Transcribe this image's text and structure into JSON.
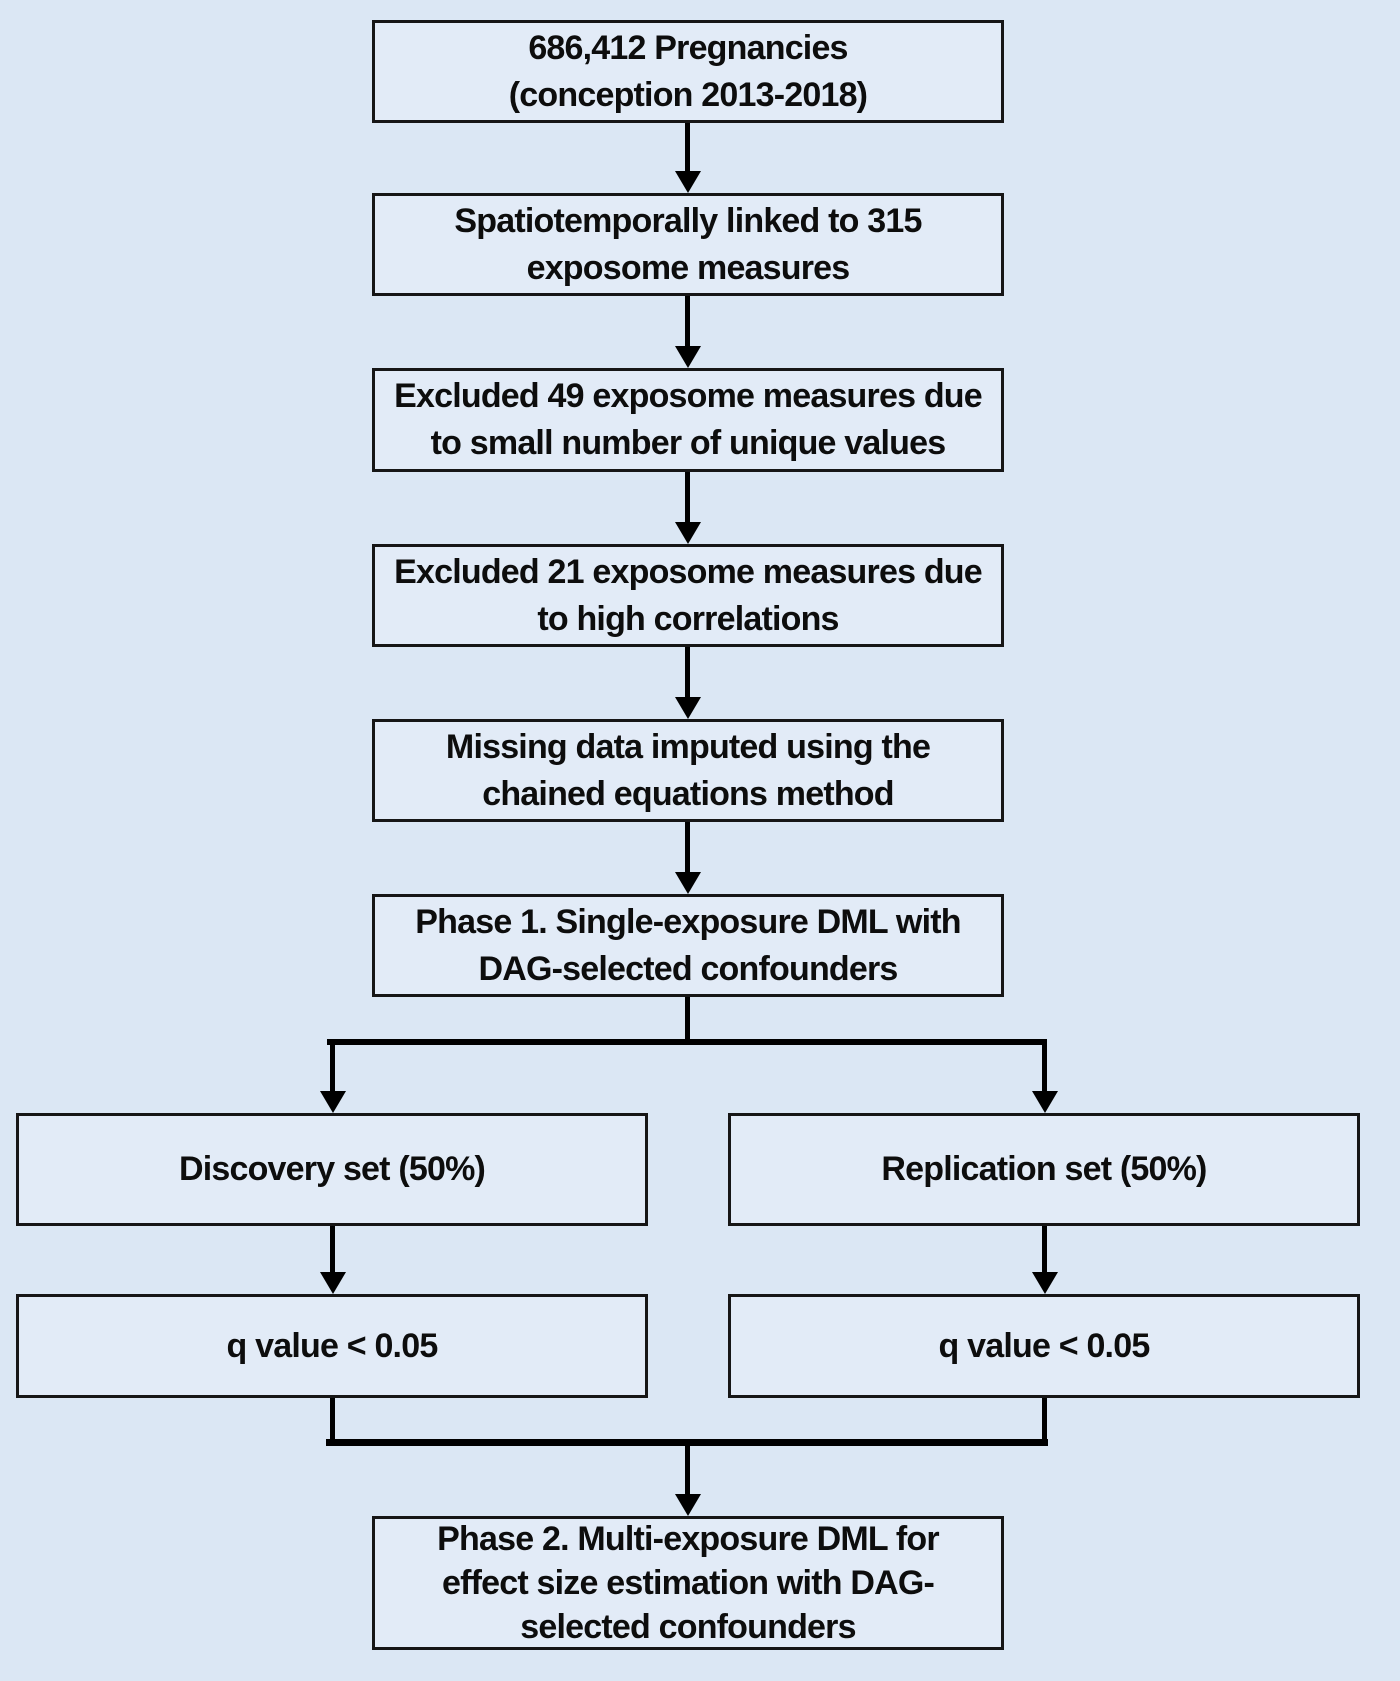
{
  "figure": {
    "type": "study-flowchart",
    "colors": {
      "background": "#dbe7f4",
      "box_fill": "#e2ebf7",
      "box_border": "#161616",
      "arrow": "#000000",
      "text": "#0d0d0d"
    },
    "nodes": {
      "pregnancies": {
        "line1": "686,412 Pregnancies",
        "line2": "(conception 2013-2018)"
      },
      "linked": {
        "line1": "Spatiotemporally linked to 315",
        "line2": "exposome measures"
      },
      "excluded49": {
        "line1": "Excluded 49 exposome measures due",
        "line2": "to small number of unique values"
      },
      "excluded21": {
        "line1": "Excluded 21 exposome measures due",
        "line2": "to high correlations"
      },
      "imputed": {
        "line1": "Missing data imputed using the",
        "line2": "chained equations method"
      },
      "phase1": {
        "line1": "Phase 1. Single-exposure DML with",
        "line2": "DAG-selected confounders"
      },
      "discovery": {
        "line1": "Discovery set (50%)"
      },
      "replication": {
        "line1": "Replication set (50%)"
      },
      "q_discovery": {
        "line1": "q value < 0.05"
      },
      "q_replication": {
        "line1": "q value < 0.05"
      },
      "phase2": {
        "line1": "Phase 2. Multi-exposure DML for",
        "line2": "effect size estimation with DAG-",
        "line3": "selected confounders"
      }
    }
  }
}
